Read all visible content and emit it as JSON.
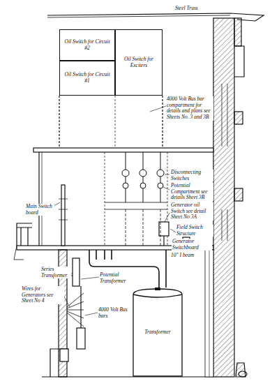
{
  "diagram": {
    "nodes": [
      {
        "text": [
          "Oil Switch for Circuit #2"
        ]
      },
      {
        "text": [
          "Oil Switch for Circuit #1"
        ]
      },
      {
        "text": [
          "Oil Switch for Exciters"
        ]
      },
      {
        "text": [
          "Transformer"
        ]
      }
    ],
    "labels": [
      "Steel Truss",
      "4000 Volt Bus bar compartment for details and plans see Sheets No. 3 and 3B",
      "Disconnecting Switches",
      "Potential Compartment see details Sheet 3B",
      "Generator oil Switch see detail Sheet No 3A",
      "Main Switch board",
      "Field Switch Structure",
      "Generator Switchboard",
      "10\" I beam",
      "Series Transformer",
      "Potential Transformer",
      "Wires for Generators see Sheet No 4",
      "4000 Volt Bus bars"
    ]
  }
}
